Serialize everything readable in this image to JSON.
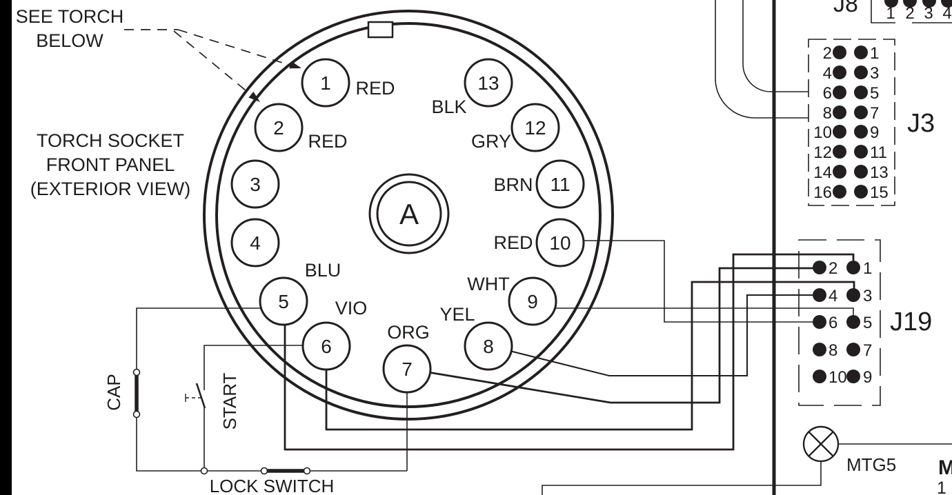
{
  "page": {
    "labels": {
      "see_torch_1": "SEE TORCH",
      "see_torch_2": "BELOW",
      "socket_title_1": "TORCH SOCKET",
      "socket_title_2": "FRONT PANEL",
      "socket_title_3": "(EXTERIOR VIEW)",
      "cap": "CAP",
      "start": "START",
      "lock_switch": "LOCK SWITCH",
      "mtg5": "MTG5",
      "edge_fragment_top": "M",
      "edge_fragment_bottom": "1"
    }
  },
  "socket": {
    "center_label": "A",
    "pins": [
      {
        "number": "1",
        "wire_color": "RED"
      },
      {
        "number": "2",
        "wire_color": "RED"
      },
      {
        "number": "3"
      },
      {
        "number": "4"
      },
      {
        "number": "5",
        "wire_color": "BLU"
      },
      {
        "number": "6",
        "wire_color": "VIO"
      },
      {
        "number": "7",
        "wire_color": "ORG"
      },
      {
        "number": "8",
        "wire_color": "YEL"
      },
      {
        "number": "9",
        "wire_color": "WHT"
      },
      {
        "number": "10",
        "wire_color": "RED"
      },
      {
        "number": "11",
        "wire_color": "BRN"
      },
      {
        "number": "12",
        "wire_color": "GRY"
      },
      {
        "number": "13",
        "wire_color": "BLK"
      }
    ]
  },
  "connectors": {
    "j8": {
      "label": "J8",
      "pins": [
        "1",
        "2",
        "3",
        "4"
      ]
    },
    "j3": {
      "label": "J3",
      "left_pins": [
        "2",
        "4",
        "6",
        "8",
        "10",
        "12",
        "14",
        "16"
      ],
      "right_pins": [
        "1",
        "3",
        "5",
        "7",
        "9",
        "11",
        "13",
        "15"
      ]
    },
    "j19": {
      "label": "J19",
      "left_pins": [
        "2",
        "4",
        "6",
        "8",
        "10"
      ],
      "right_pins": [
        "1",
        "3",
        "5",
        "7",
        "9"
      ]
    }
  },
  "colors": {
    "ink": "#231f20",
    "background": "#ffffff",
    "page_edge": "#000000"
  }
}
